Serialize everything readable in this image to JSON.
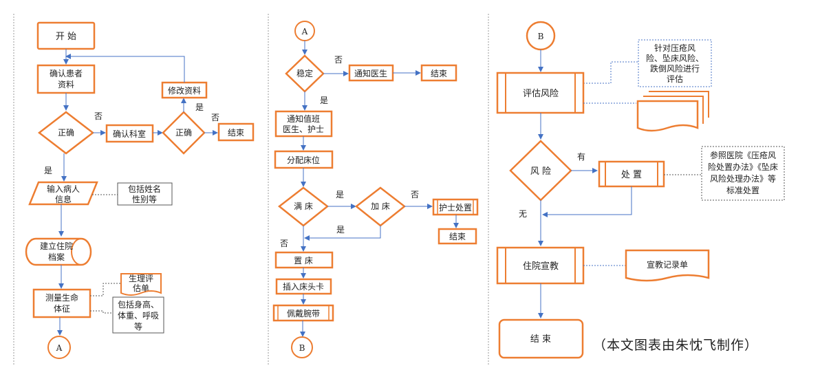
{
  "col1": {
    "start": "开 始",
    "confirm_info": [
      "确认患者",
      "资料"
    ],
    "correct1": "正确",
    "no1": "否",
    "confirm_dept": "确认科室",
    "correct2": "正确",
    "modify": "修改资料",
    "yes_modify": "是",
    "no_end": "否",
    "end": "结束",
    "yes1": "是",
    "input_info": [
      "输入病人",
      "信息"
    ],
    "note_name": [
      "包括姓名",
      "性别等"
    ],
    "build_file": [
      "建立住院",
      "档案"
    ],
    "measure": [
      "测量生命",
      "体征"
    ],
    "physio_form": [
      "生理评",
      "估单"
    ],
    "note_body": [
      "包括身高、",
      "体重、呼吸",
      "等"
    ],
    "connector_a": "A"
  },
  "col2": {
    "connector_a": "A",
    "stable": "稳定",
    "no_stable": "否",
    "notify_doctor": "通知医生",
    "end": "结束",
    "yes_stable": "是",
    "notify_duty": [
      "通知值班",
      "医生、护士"
    ],
    "assign_bed": "分配床位",
    "full": "满 床",
    "yes_full": "是",
    "add_bed": "加 床",
    "no_add": "否",
    "nurse_handle": "护士处置",
    "end2": "结束",
    "yes_add": "是",
    "no_full": "否",
    "place_bed": "置 床",
    "insert_card": "插入床头卡",
    "wear_band": "佩戴腕带",
    "connector_b": "B"
  },
  "col3": {
    "connector_b": "B",
    "note_risk": [
      "针对压疮风",
      "险、坠床风险、",
      "跌倒风险进行",
      "评估"
    ],
    "assess_risk": "评估风险",
    "risk": "风 险",
    "has": "有",
    "handle": "处 置",
    "note_ref": [
      "参照医院《压疮风",
      "险处置办法》《坠床",
      "风险处理办法》等",
      "标准处置"
    ],
    "none": "无",
    "education": "住院宣教",
    "edu_record": "宣教记录单",
    "end": "结 束"
  },
  "credit": "（本文图表由朱忱飞制作）",
  "colors": {
    "orange": "#ED7D31",
    "blue": "#4472C4",
    "divider": "#999999",
    "note_border": "#555555"
  }
}
